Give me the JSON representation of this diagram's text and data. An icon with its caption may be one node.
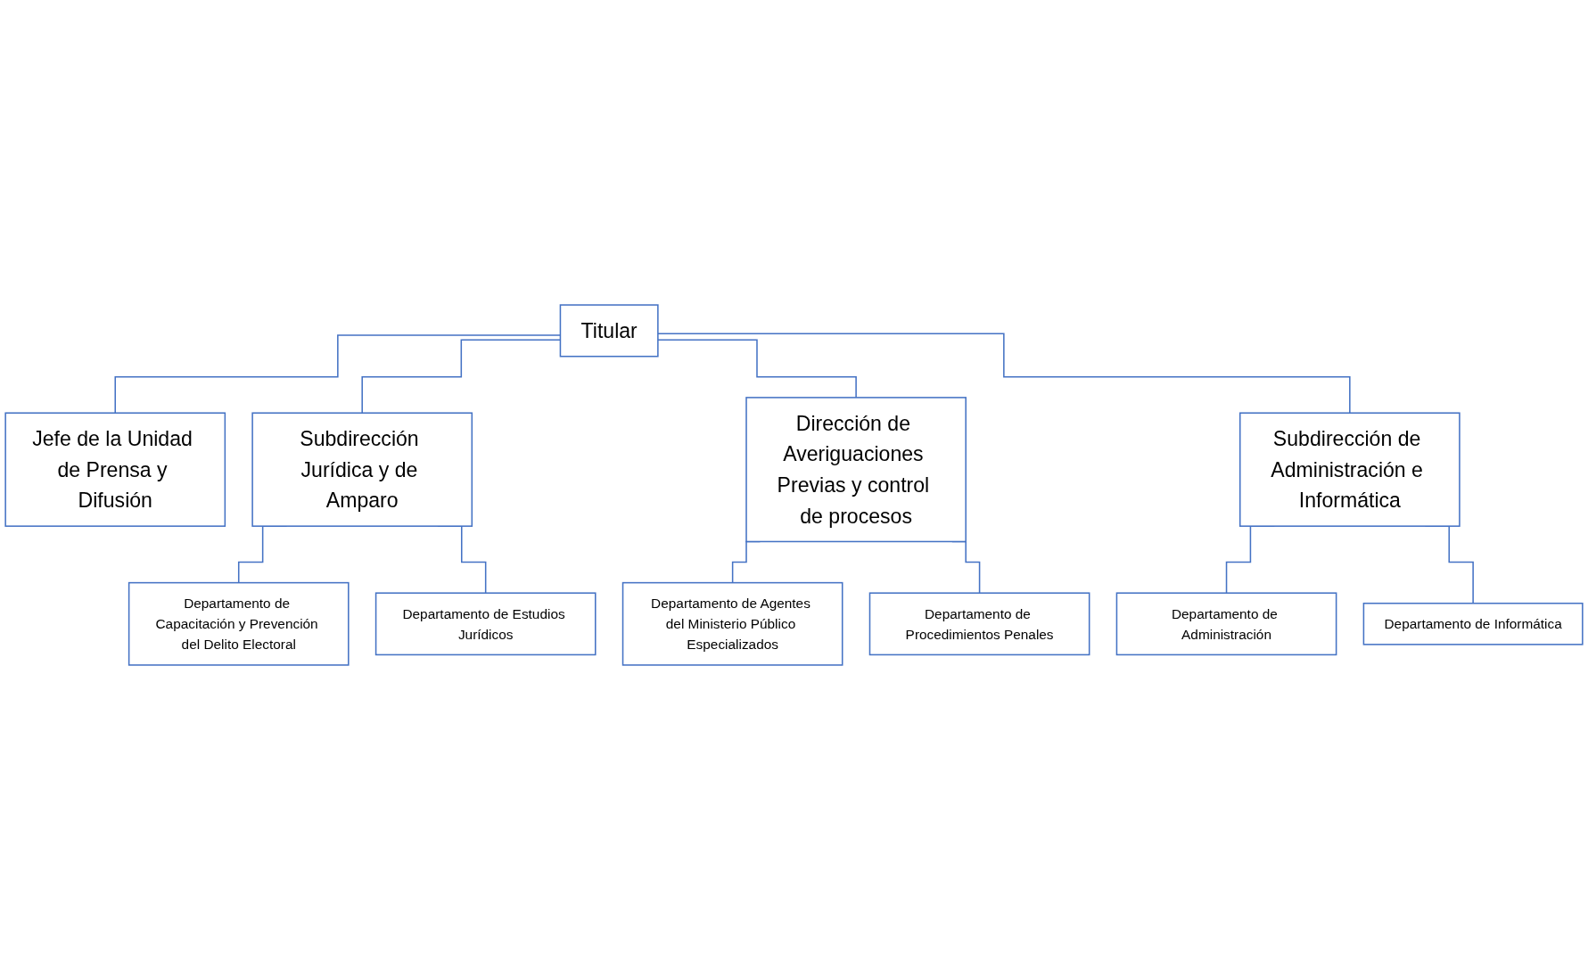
{
  "diagram": {
    "nodes": [
      {
        "text": [
          "Titular"
        ]
      },
      {
        "text": [
          "Jefe de la Unidad de Prensa y Difusión"
        ]
      },
      {
        "text": [
          "Subdirección Jurídica y de Amparo"
        ]
      },
      {
        "text": [
          "Dirección de Averiguaciones Previas y control de procesos"
        ]
      },
      {
        "text": [
          "Subdirección de Administración e Informática"
        ]
      },
      {
        "text": [
          "Departamento de Capacitación y Prevención del Delito Electoral"
        ]
      },
      {
        "text": [
          "Departamento de Estudios Jurídicos"
        ]
      },
      {
        "text": [
          "Departamento de Agentes del Ministerio Público Especializados"
        ]
      },
      {
        "text": [
          "Departamento de Procedimientos Penales"
        ]
      },
      {
        "text": [
          "Departamento de Administración"
        ]
      },
      {
        "text": [
          "Departamento de Informática"
        ]
      }
    ],
    "edges": [
      {
        "from": 0,
        "to": 1,
        "arrow": "none"
      },
      {
        "from": 0,
        "to": 2,
        "arrow": "none"
      },
      {
        "from": 0,
        "to": 3,
        "arrow": "none"
      },
      {
        "from": 0,
        "to": 4,
        "arrow": "none"
      },
      {
        "from": 2,
        "to": 5,
        "arrow": "none"
      },
      {
        "from": 2,
        "to": 6,
        "arrow": "none"
      },
      {
        "from": 3,
        "to": 7,
        "arrow": "none"
      },
      {
        "from": 3,
        "to": 8,
        "arrow": "none"
      },
      {
        "from": 4,
        "to": 9,
        "arrow": "none"
      },
      {
        "from": 4,
        "to": 10,
        "arrow": "none"
      }
    ]
  }
}
